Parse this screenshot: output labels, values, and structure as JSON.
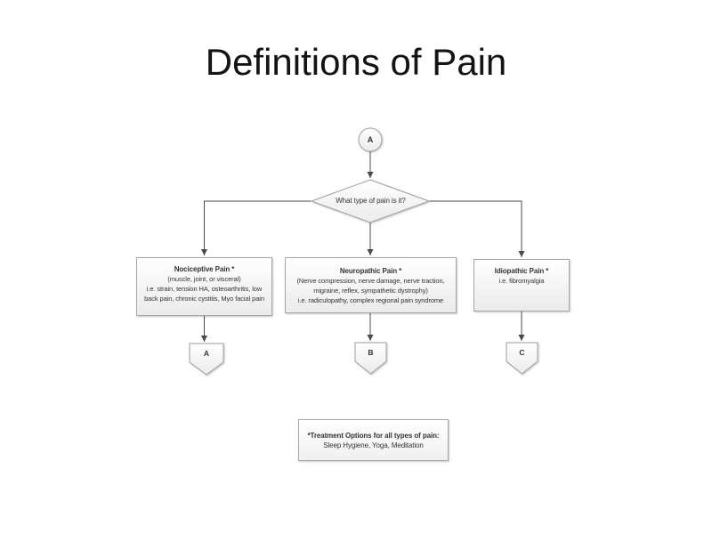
{
  "slide": {
    "title": "Definitions of Pain"
  },
  "flowchart": {
    "start": {
      "label": "A"
    },
    "decision": {
      "label": "What type of pain is it?"
    },
    "branches": [
      {
        "title": "Nociceptive Pain *",
        "subtitle": "(muscle, joint, or visceral)",
        "examples": "i.e. strain, tension HA, osteoarthritis, low back pain, chronic cystitis, Myo facial pain",
        "connector_label": "A"
      },
      {
        "title": "Neuropathic Pain *",
        "subtitle": "(Nerve compression, nerve damage, nerve traction, migraine, reflex, sympathetic dystrophy)",
        "examples": "i.e. radiculopathy, complex regional pain syndrome",
        "connector_label": "B"
      },
      {
        "title": "Idiopathic Pain *",
        "subtitle": "i.e. fibromyalgia",
        "examples": "",
        "connector_label": "C"
      }
    ],
    "footnote": {
      "title": "*Treatment Options for all types of pain:",
      "body": "Sleep Hygiene, Yoga, Meditation"
    },
    "colors": {
      "background": "#ffffff",
      "shape_border": "#9f9f9f",
      "connector_line": "#4a4a4a",
      "text": "#333333",
      "shape_fill_top": "#ffffff",
      "shape_fill_bottom": "#ebebeb"
    }
  }
}
